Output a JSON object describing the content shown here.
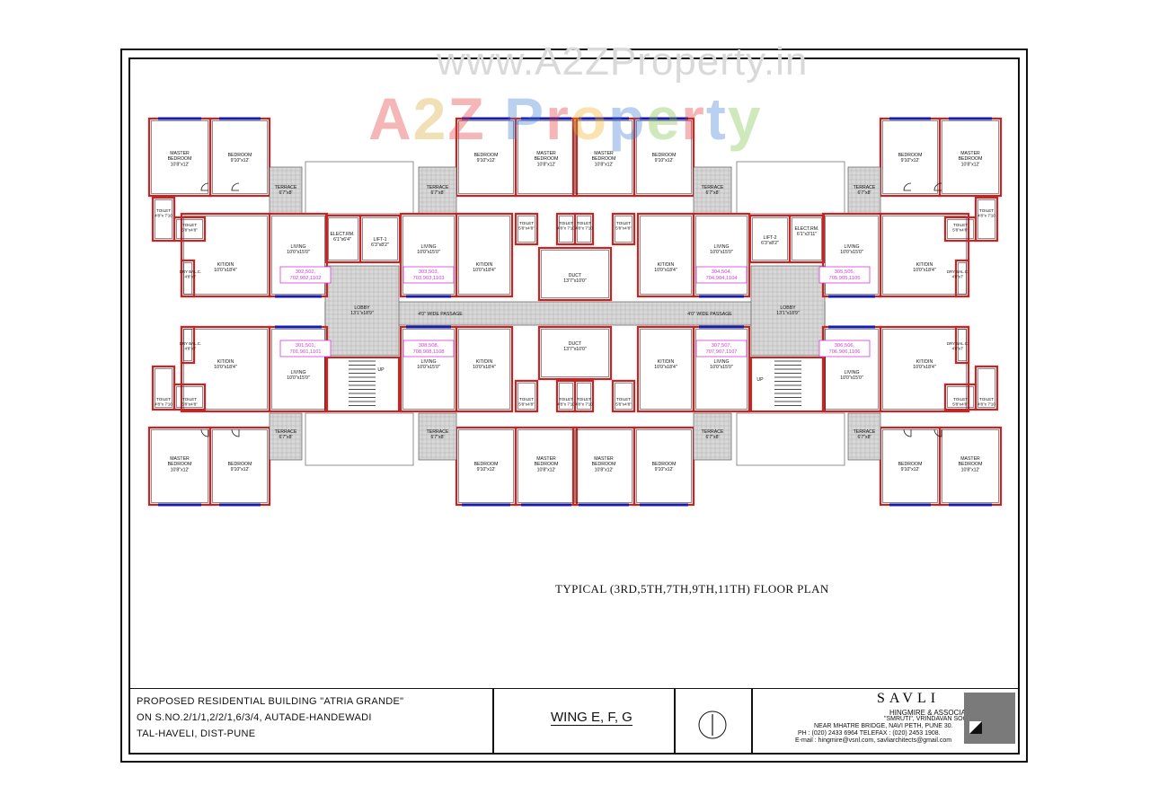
{
  "watermark": {
    "url": "www.A2ZProperty.in",
    "logo": "A2Z Property"
  },
  "rooms": {
    "master_bedroom": "MASTER BEDROOM",
    "bedroom": "BEDROOM",
    "terrace": "TERRACE",
    "toilet": "TOILET",
    "living": "LIVING",
    "kit_din": "KIT/DIN",
    "dry_bal": "DRY BAL.C.",
    "lobby": "LOBBY",
    "duct": "DUCT",
    "lift1": "LIFT-1",
    "lift2": "LIFT-2",
    "elect": "ELECT.RM.",
    "passage": "4'0\" WIDE PASSAGE",
    "up": "UP"
  },
  "dims": {
    "master": "10'8\"x12'",
    "bed": "9'10\"x12'",
    "terrace": "6'7\"x8'",
    "living": "10'0\"x15'0\"",
    "kit": "10'0\"x18'4\"",
    "toilet_a": "4'8\"x 7'10",
    "toilet_b": "5'8\"x4'8\"",
    "lobby": "13'1\"x18'9\"",
    "duct": "13'7\"x10'0\"",
    "lift": "6'3\"x8'2\"",
    "elect_l": "6'1\"x6'4\"",
    "elect_r": "6'1\"x3'11\"",
    "dry": "4'8\"x7'"
  },
  "unit_numbers": [
    "302,502, 702,902,1102",
    "303,503, 703,903,1103",
    "304,504, 704,904,1104",
    "305,505, 705,905,1105",
    "301,501, 701,901,1101",
    "306,506, 706,906,1106",
    "307,507, 707,907,1107",
    "308,508, 708,908,1108"
  ],
  "caption": "TYPICAL (3RD,5TH,7TH,9TH,11TH) FLOOR PLAN",
  "title_block": {
    "line1": "PROPOSED RESIDENTIAL BUILDING \"ATRIA GRANDE\"",
    "line2": "ON S.NO.2/1/1,2/2/1,6/3/4, AUTADE-HANDEWADI",
    "line3": "TAL-HAVELI, DIST-PUNE",
    "wing": "WING E, F, G",
    "firm": "SAVLI",
    "firm_sub": "HINGMIRE & ASSOCIATES",
    "addr1": "\"SMRUTI\", VRINDAVAN SOCIETY,",
    "addr2": "NEAR MHATRE BRIDGE, NAVI PETH, PUNE 30.",
    "phone": "PH : (020) 2433 6964      TELEFAX : (020) 2453 1908.",
    "email": "E-mail : hingmire@vsnl.com, savliarchitects@gmail.com"
  },
  "colors": {
    "wall": "#cc2222",
    "window": "#1a1aa8",
    "unit_label": "#d43bd4",
    "door": "#1a1a1a"
  }
}
